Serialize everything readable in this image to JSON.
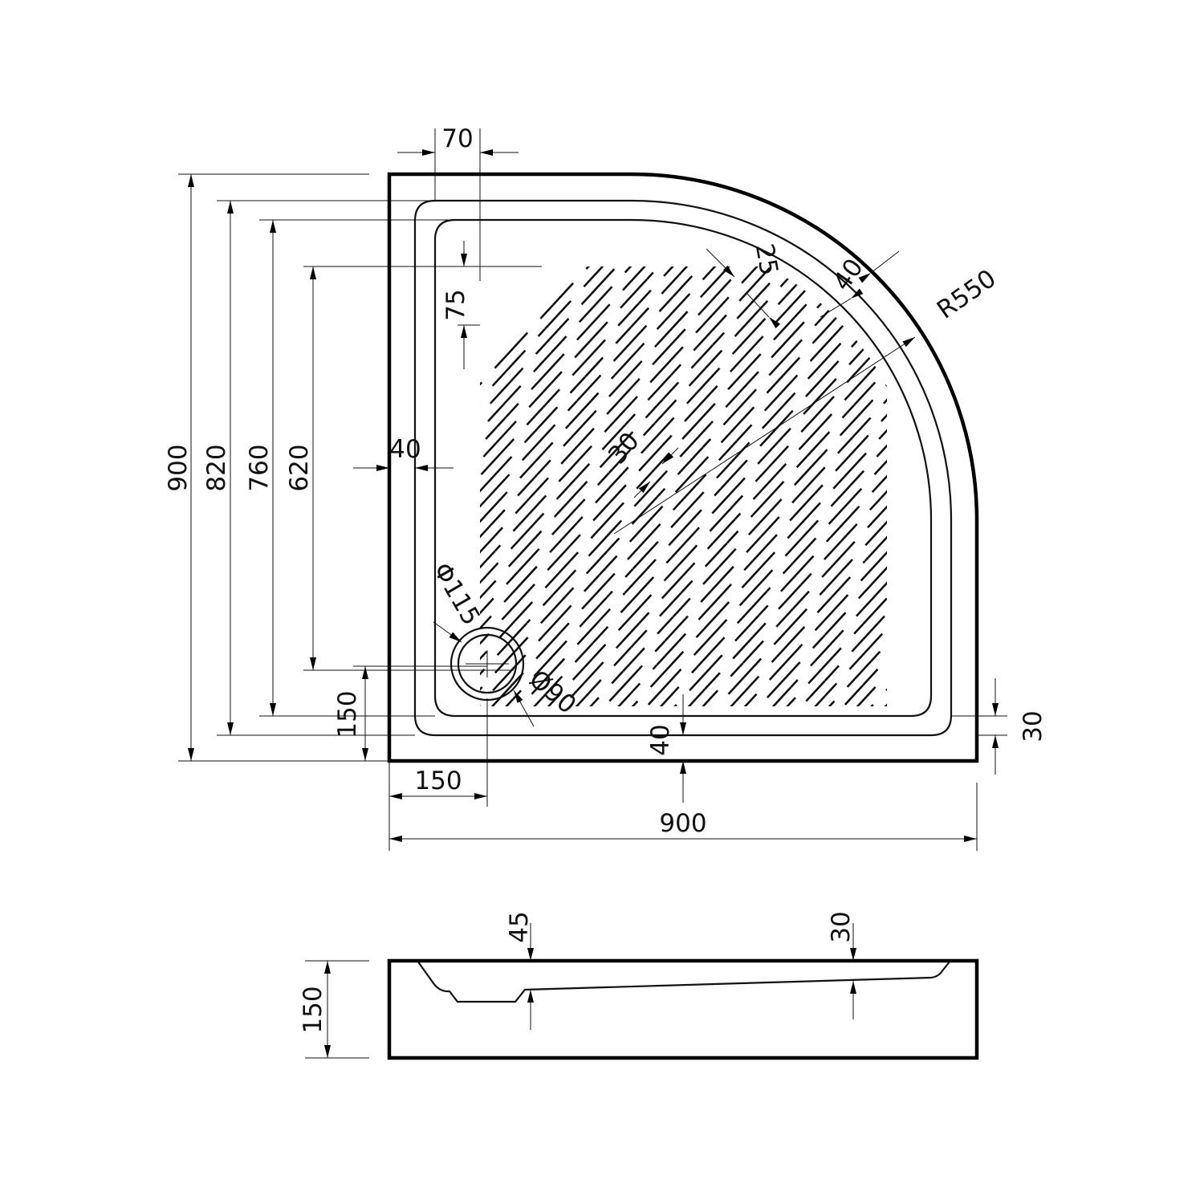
{
  "drawing": {
    "plan_view": {
      "dimensions": {
        "top_offset": "70",
        "overall_height": "900",
        "rim_height": "820",
        "basin_height": "760",
        "pattern_height": "620",
        "pattern_top_offset": "75",
        "left_rim": "40",
        "corner_radius": "R550",
        "rim_gap": "25",
        "rim_width_arc": "40",
        "pattern_spacing": "30",
        "drain_outer": "Φ115",
        "drain_inner": "Ø90",
        "drain_y": "150",
        "bottom_rim": "40",
        "bottom_step": "30",
        "drain_x": "150",
        "overall_width": "900"
      }
    },
    "side_view": {
      "dimensions": {
        "height": "150",
        "depth_drain": "45",
        "depth_far": "30"
      }
    },
    "colors": {
      "line": "#000000",
      "background": "#ffffff"
    }
  }
}
